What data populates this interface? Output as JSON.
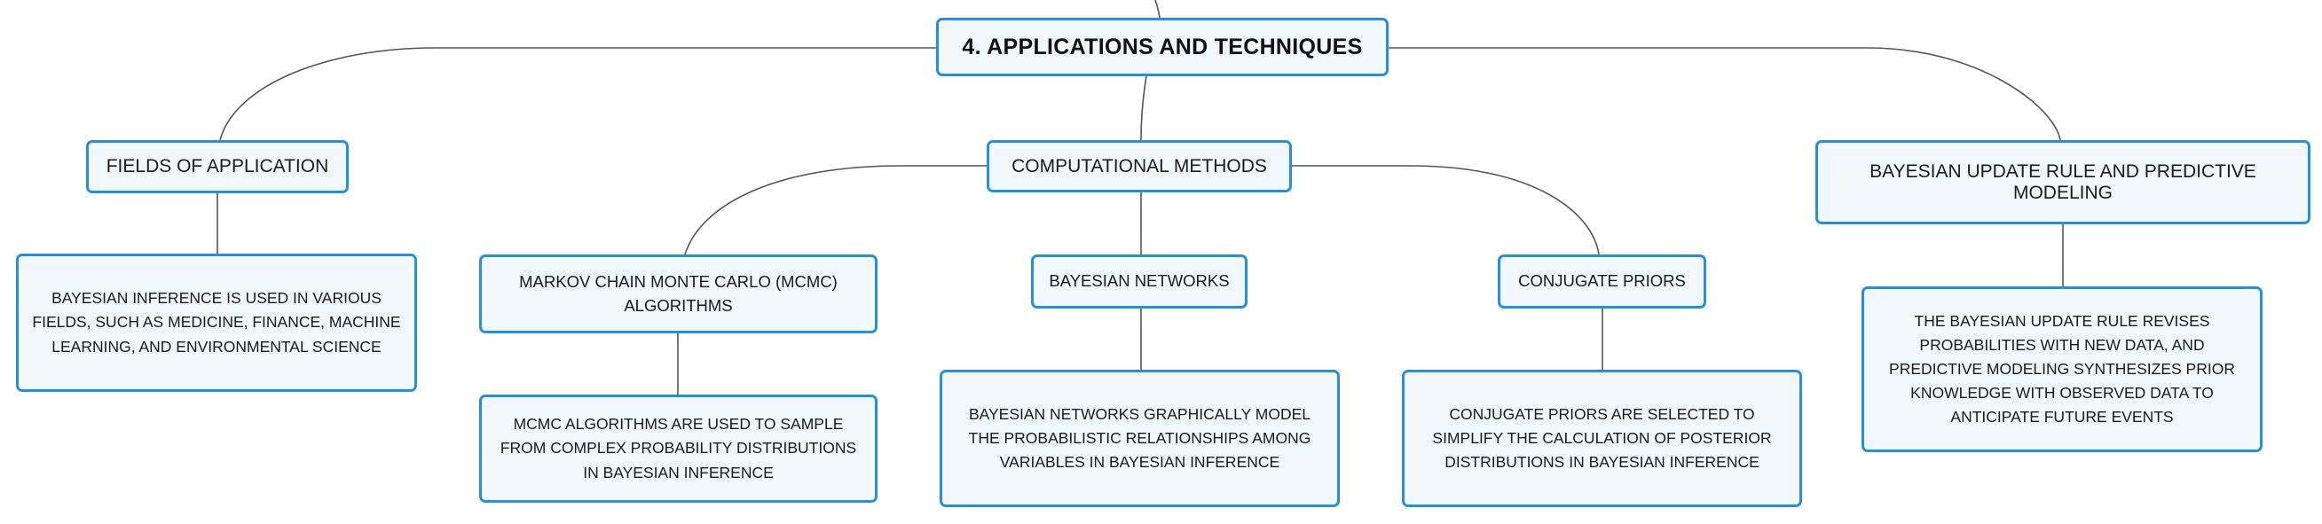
{
  "root": {
    "title": "4. APPLICATIONS AND TECHNIQUES"
  },
  "fields": {
    "title": "FIELDS OF APPLICATION",
    "detail": "BAYESIAN INFERENCE IS USED IN VARIOUS FIELDS, SUCH AS MEDICINE, FINANCE, MACHINE LEARNING, AND ENVIRONMENTAL SCIENCE"
  },
  "computational": {
    "title": "COMPUTATIONAL METHODS",
    "mcmc": {
      "title": "MARKOV CHAIN MONTE CARLO (MCMC) ALGORITHMS",
      "detail": "MCMC ALGORITHMS ARE USED TO SAMPLE FROM COMPLEX PROBABILITY DISTRIBUTIONS IN BAYESIAN INFERENCE"
    },
    "networks": {
      "title": "BAYESIAN NETWORKS",
      "detail": "BAYESIAN NETWORKS GRAPHICALLY MODEL THE PROBABILISTIC RELATIONSHIPS AMONG VARIABLES IN BAYESIAN INFERENCE"
    },
    "conjugate": {
      "title": "CONJUGATE PRIORS",
      "detail": "CONJUGATE PRIORS ARE SELECTED TO SIMPLIFY THE CALCULATION OF POSTERIOR DISTRIBUTIONS IN BAYESIAN INFERENCE"
    }
  },
  "update": {
    "title": "BAYESIAN UPDATE RULE AND PREDICTIVE MODELING",
    "detail": "THE BAYESIAN UPDATE RULE REVISES PROBABILITIES WITH NEW DATA, AND PREDICTIVE MODELING SYNTHESIZES PRIOR KNOWLEDGE WITH OBSERVED DATA TO ANTICIPATE FUTURE EVENTS"
  }
}
